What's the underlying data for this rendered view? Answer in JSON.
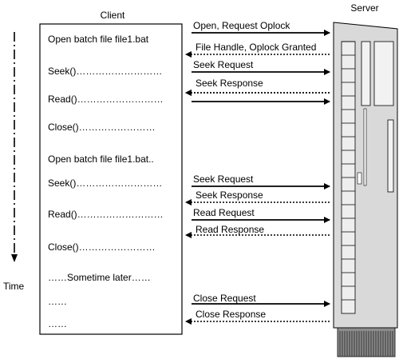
{
  "client": {
    "title": "Client",
    "lines": [
      "Open batch file file1.bat",
      "Seek()………………………",
      "Read()………………………",
      "Close()……………………",
      "Open batch file file1.bat..",
      "Seek()………………………",
      "Read()………………………",
      "Close()……………………",
      "……Sometime later……",
      "……",
      "……"
    ]
  },
  "server": {
    "title": "Server"
  },
  "time_label": "Time",
  "messages": [
    {
      "label": "Open, Request Oplock",
      "direction": "to-server",
      "style": "solid"
    },
    {
      "label": "File Handle, Oplock Granted",
      "direction": "to-client",
      "style": "dotted"
    },
    {
      "label": "Seek Request",
      "direction": "to-server",
      "style": "solid"
    },
    {
      "label": "Seek Response",
      "direction": "to-client",
      "style": "dotted"
    },
    {
      "label": "",
      "direction": "to-client",
      "style": "dotted"
    },
    {
      "label": "",
      "direction": "to-server",
      "style": "solid"
    },
    {
      "label": "Seek Request",
      "direction": "to-server",
      "style": "solid"
    },
    {
      "label": "Seek Response",
      "direction": "to-client",
      "style": "dotted"
    },
    {
      "label": "Read Request",
      "direction": "to-server",
      "style": "solid"
    },
    {
      "label": "Read Response",
      "direction": "to-client",
      "style": "dotted"
    },
    {
      "label": "Close Request",
      "direction": "to-server",
      "style": "solid"
    },
    {
      "label": "Close Response",
      "direction": "to-client",
      "style": "dotted"
    }
  ],
  "colors": {
    "server_fill": "#d9d9d9",
    "server_dark": "#8c8c8c",
    "line": "#000000"
  }
}
